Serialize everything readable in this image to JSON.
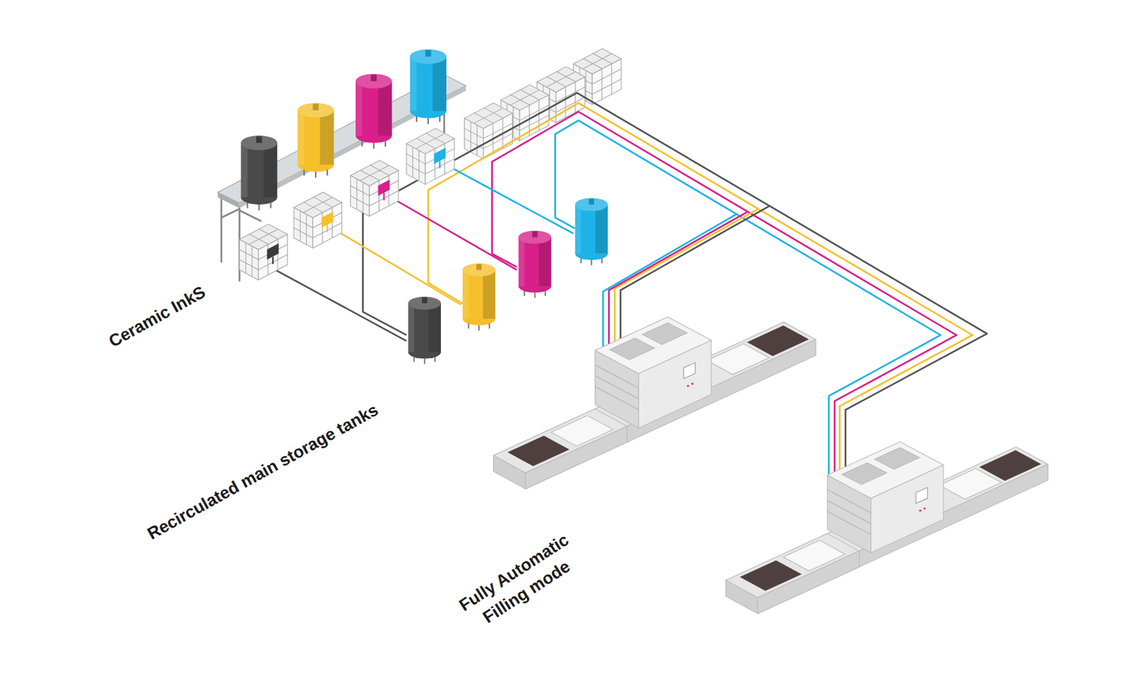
{
  "diagram": {
    "labels": [
      "Ceramic InkS",
      "Recirculated main storage tanks",
      "Fully Automatic Filling mode"
    ]
  }
}
